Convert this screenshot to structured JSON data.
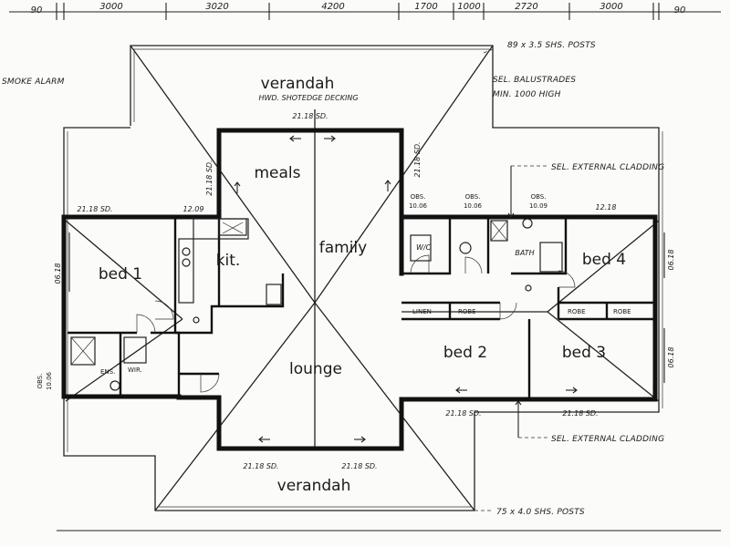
{
  "top_dims": [
    "90",
    "3000",
    "3020",
    "4200",
    "1700",
    "1000",
    "2720",
    "3000",
    "90"
  ],
  "notes": {
    "smoke_alarm": "SMOKE ALARM",
    "posts_top": "89 x 3.5 SHS. POSTS",
    "balustrades": "SEL. BALUSTRADES",
    "balustrades_height": "MIN. 1000 HIGH",
    "cladding_top": "SEL. EXTERNAL CLADDING",
    "cladding_bottom": "SEL. EXTERNAL CLADDING",
    "posts_bottom": "75 x 4.0 SHS. POSTS"
  },
  "rooms": {
    "verandah_top": "verandah",
    "verandah_top_sub": "HWD. SHOTEDGE DECKING",
    "meals": "meals",
    "family": "family",
    "kit": "kit.",
    "bed1": "bed 1",
    "lounge": "lounge",
    "bed2": "bed 2",
    "bed3": "bed 3",
    "bed4": "bed 4",
    "bath": "BATH",
    "wc": "W/C",
    "ens": "ENS.",
    "wir": "WIR.",
    "linen": "LINEN",
    "robe1": "ROBE",
    "robe2": "ROBE",
    "robe3": "ROBE",
    "verandah_bottom": "verandah"
  },
  "window_labels": {
    "meals_top": "21.18 SD.",
    "meals_left": "21.18 SD.",
    "family_right": "21.18 SD.",
    "bed1_top": "21.18 SD.",
    "kit_top": "12.09",
    "bed1_left": "06.18",
    "obs1": "OBS.",
    "obs1_val": "10.06",
    "obs2": "OBS.",
    "obs2_val": "10.06",
    "obs3": "OBS.",
    "obs3_val": "10.09",
    "bed4_top": "12.18",
    "bed4_right": "06.18",
    "bed3_right": "06.18",
    "ens_obs": "OBS.",
    "ens_obs_val": "10.06",
    "bed2_bottom": "21.18 SD.",
    "bed3_bottom": "21.18 SD.",
    "lounge_left": "21.18 SD.",
    "lounge_right": "21.18 SD."
  }
}
